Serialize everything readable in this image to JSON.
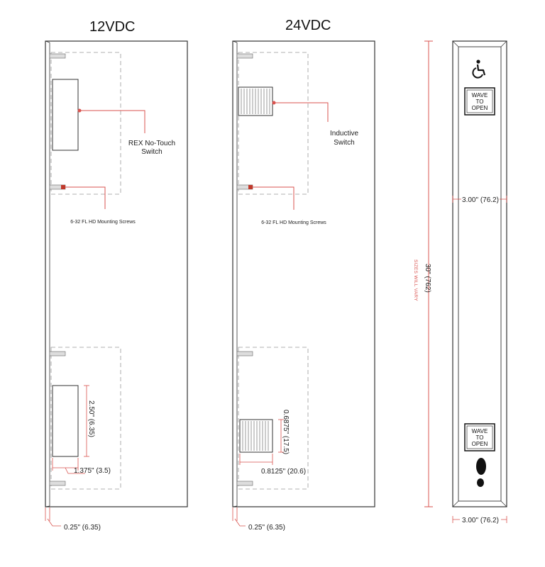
{
  "panels": {
    "left": {
      "title": "12VDC"
    },
    "middle": {
      "title": "24VDC"
    }
  },
  "labels": {
    "rex_switch_line1": "REX No-Touch",
    "rex_switch_line2": "Switch",
    "inductive_line1": "Inductive",
    "inductive_line2": "Switch",
    "screws_left": "6-32 FL HD Mounting Screws",
    "screws_middle": "6-32 FL HD Mounting Screws"
  },
  "dimensions": {
    "left_height": "2.50\" (6.35)",
    "left_width": "1.375\" (3.5)",
    "left_offset": "0.25\" (6.35)",
    "mid_height": "0.6875\" (17.5)",
    "mid_width": "0.8125\" (20.6)",
    "mid_offset": "0.25\" (6.35)",
    "overall_height": "30\" (762)",
    "sizes_note": "SIZES WILL VARY",
    "front_width_mid": "3.00\" (76.2)",
    "front_width_bottom": "3.00\" (76.2)"
  },
  "front_panel": {
    "sign_top": [
      "WAVE",
      "TO",
      "OPEN"
    ],
    "sign_bottom": [
      "WAVE",
      "TO",
      "OPEN"
    ],
    "icons": [
      "accessibility-icon",
      "footprint-icon"
    ]
  },
  "colors": {
    "accent": "#d9534f",
    "line": "#333333",
    "dash": "#999999"
  }
}
